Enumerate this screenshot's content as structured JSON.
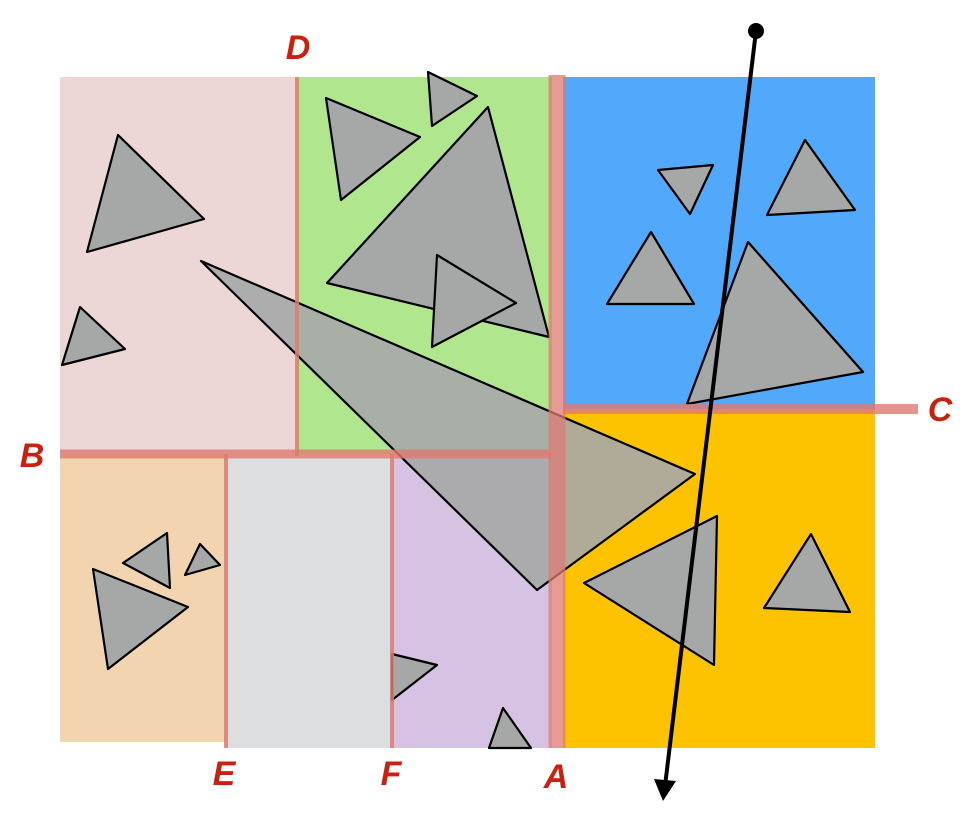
{
  "split_labels": {
    "a": "A",
    "b": "B",
    "c": "C",
    "d": "D",
    "e": "E",
    "f": "F"
  },
  "colors": {
    "region_pink": "#ecd7d6",
    "region_green": "#b0e68d",
    "region_blue": "#52a8fa",
    "region_orange": "#fec300",
    "region_tan": "#f2d4b0",
    "region_gray": "#dddee0",
    "region_purple": "#d6c2e2",
    "triangle_fill": "#a6a8a8",
    "split_line": "#de7b70",
    "label_red": "#c9210f",
    "ray": "#000000"
  },
  "icons": {
    "ray_origin": "filled-circle",
    "ray_head": "arrowhead"
  }
}
